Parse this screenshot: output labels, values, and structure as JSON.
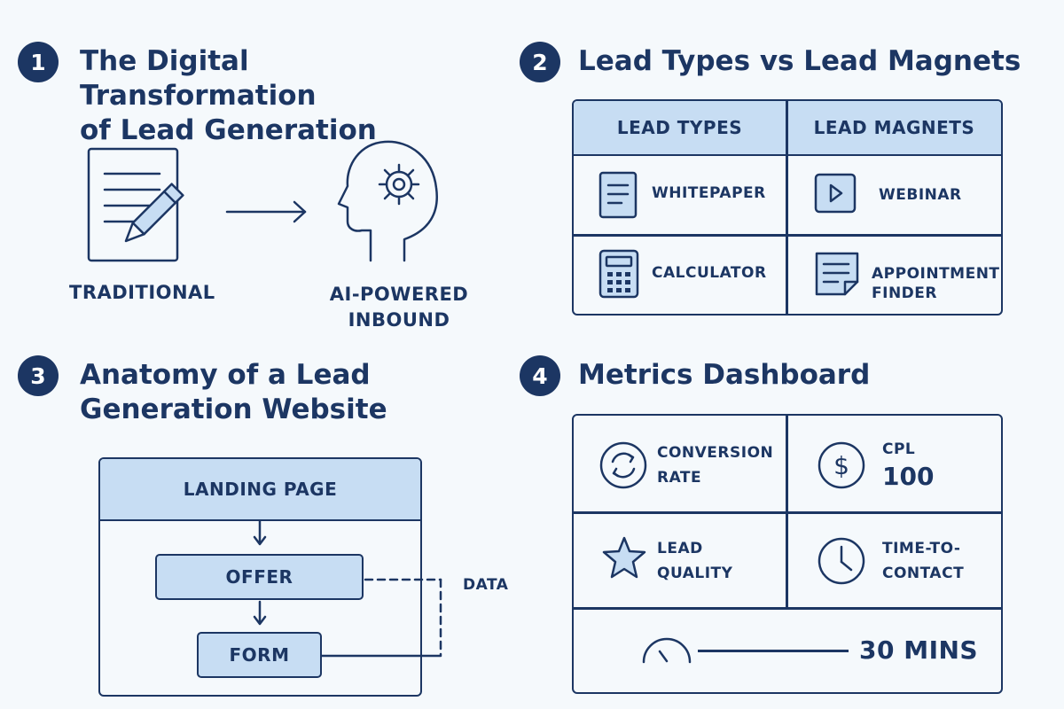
{
  "sections": [
    {
      "number": "1",
      "title_line1": "The Digital Transformation",
      "title_line2": "of Lead Generation"
    },
    {
      "number": "2",
      "title_line1": "Lead Types vs Lead Magnets",
      "title_line2": ""
    },
    {
      "number": "3",
      "title_line1": "Anatomy of a Lead",
      "title_line2": "Generation Website"
    },
    {
      "number": "4",
      "title_line1": "Metrics Dashboard",
      "title_line2": ""
    }
  ],
  "transformation": {
    "from_label": "TRADITIONAL",
    "to_label_line1": "AI-POWERED",
    "to_label_line2": "INBOUND",
    "from_icon": "document-pencil-icon",
    "to_icon": "head-gear-icon"
  },
  "lead_table": {
    "headers": [
      "LEAD TYPES",
      "LEAD MAGNETS"
    ],
    "rows": [
      [
        {
          "icon": "document-icon",
          "line1": "WHITEPAPER",
          "line2": ""
        },
        {
          "icon": "play-icon",
          "line1": "WEBINAR",
          "line2": ""
        }
      ],
      [
        {
          "icon": "calculator-icon",
          "line1": "CALCULATOR",
          "line2": ""
        },
        {
          "icon": "note-icon",
          "line1": "APPOINTMENT",
          "line2": "FINDER"
        }
      ]
    ]
  },
  "website": {
    "header": "LANDING PAGE",
    "offer": "OFFER",
    "form": "FORM",
    "data_label": "DATA"
  },
  "metrics": {
    "cells": [
      {
        "icon": "refresh-circle-icon",
        "line1": "CONVERSION",
        "line2": "RATE",
        "value": ""
      },
      {
        "icon": "dollar-circle-icon",
        "line1": "CPL",
        "line2": "",
        "value": "100"
      },
      {
        "icon": "star-icon",
        "line1": "LEAD",
        "line2": "QUALITY",
        "value": ""
      },
      {
        "icon": "clock-icon",
        "line1": "TIME-TO-",
        "line2": "CONTACT",
        "value": ""
      }
    ],
    "bottom_value": "30 MINS",
    "bottom_icon": "gauge-icon"
  },
  "colors": {
    "navy": "#1c3663",
    "light_blue": "#c7ddf3",
    "background": "#f5f9fc"
  }
}
